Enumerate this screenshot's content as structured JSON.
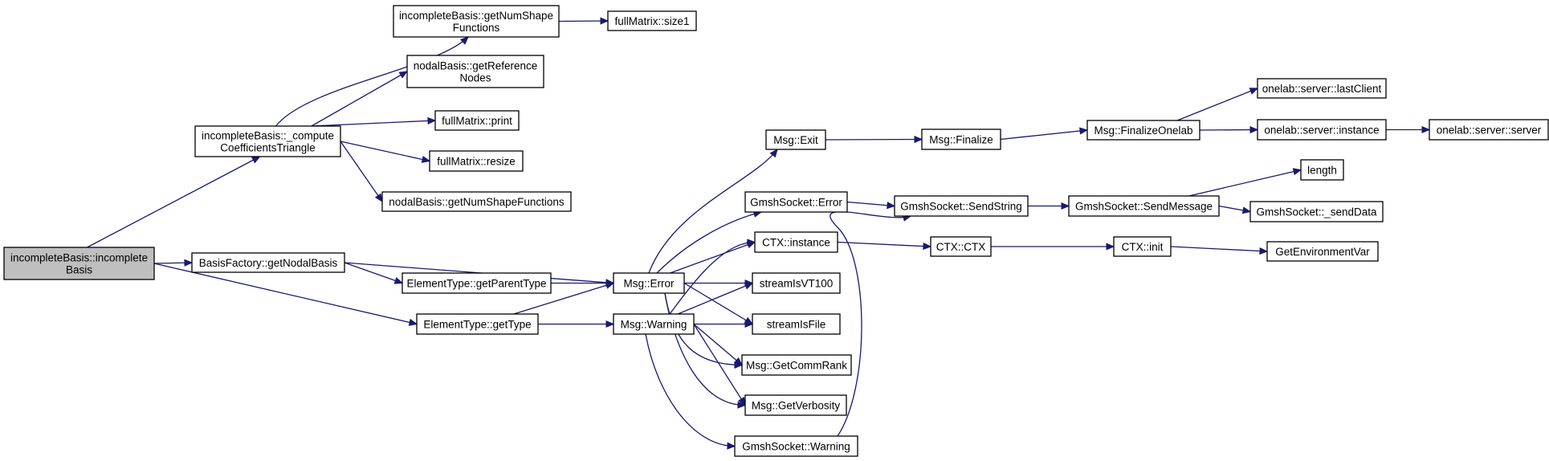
{
  "diagram": {
    "type": "call-graph",
    "nodes": [
      {
        "id": "root",
        "lines": [
          "incompleteBasis::incomplete",
          "Basis"
        ]
      },
      {
        "id": "computeCoeff",
        "lines": [
          "incompleteBasis::_compute",
          "CoefficientsTriangle"
        ]
      },
      {
        "id": "getNumShapeFns",
        "lines": [
          "incompleteBasis::getNumShape",
          "Functions"
        ]
      },
      {
        "id": "size1",
        "lines": [
          "fullMatrix::size1"
        ]
      },
      {
        "id": "getRefNodes",
        "lines": [
          "nodalBasis::getReference",
          "Nodes"
        ]
      },
      {
        "id": "print",
        "lines": [
          "fullMatrix::print"
        ]
      },
      {
        "id": "resize",
        "lines": [
          "fullMatrix::resize"
        ]
      },
      {
        "id": "nodalGetNumShape",
        "lines": [
          "nodalBasis::getNumShapeFunctions"
        ]
      },
      {
        "id": "getNodalBasis",
        "lines": [
          "BasisFactory::getNodalBasis"
        ]
      },
      {
        "id": "getParentType",
        "lines": [
          "ElementType::getParentType"
        ]
      },
      {
        "id": "getType",
        "lines": [
          "ElementType::getType"
        ]
      },
      {
        "id": "msgError",
        "lines": [
          "Msg::Error"
        ]
      },
      {
        "id": "msgWarning",
        "lines": [
          "Msg::Warning"
        ]
      },
      {
        "id": "msgExit",
        "lines": [
          "Msg::Exit"
        ]
      },
      {
        "id": "gsError",
        "lines": [
          "GmshSocket::Error"
        ]
      },
      {
        "id": "ctxInstance",
        "lines": [
          "CTX::instance"
        ]
      },
      {
        "id": "streamVT100",
        "lines": [
          "streamIsVT100"
        ]
      },
      {
        "id": "streamFile",
        "lines": [
          "streamIsFile"
        ]
      },
      {
        "id": "commRank",
        "lines": [
          "Msg::GetCommRank"
        ]
      },
      {
        "id": "verbosity",
        "lines": [
          "Msg::GetVerbosity"
        ]
      },
      {
        "id": "gsWarning",
        "lines": [
          "GmshSocket::Warning"
        ]
      },
      {
        "id": "finalize",
        "lines": [
          "Msg::Finalize"
        ]
      },
      {
        "id": "sendString",
        "lines": [
          "GmshSocket::SendString"
        ]
      },
      {
        "id": "ctxCtx",
        "lines": [
          "CTX::CTX"
        ]
      },
      {
        "id": "finalizeOnelab",
        "lines": [
          "Msg::FinalizeOnelab"
        ]
      },
      {
        "id": "sendMessage",
        "lines": [
          "GmshSocket::SendMessage"
        ]
      },
      {
        "id": "ctxInit",
        "lines": [
          "CTX::init"
        ]
      },
      {
        "id": "lastClient",
        "lines": [
          "onelab::server::lastClient"
        ]
      },
      {
        "id": "srvInstance",
        "lines": [
          "onelab::server::instance"
        ]
      },
      {
        "id": "srvServer",
        "lines": [
          "onelab::server::server"
        ]
      },
      {
        "id": "length",
        "lines": [
          "length"
        ]
      },
      {
        "id": "sendData",
        "lines": [
          "GmshSocket::_sendData"
        ]
      },
      {
        "id": "getEnvVar",
        "lines": [
          "GetEnvironmentVar"
        ]
      }
    ],
    "edges": [
      [
        "root",
        "computeCoeff"
      ],
      [
        "root",
        "getNodalBasis"
      ],
      [
        "root",
        "getType"
      ],
      [
        "computeCoeff",
        "getNumShapeFns"
      ],
      [
        "computeCoeff",
        "getRefNodes"
      ],
      [
        "computeCoeff",
        "print"
      ],
      [
        "computeCoeff",
        "resize"
      ],
      [
        "computeCoeff",
        "nodalGetNumShape"
      ],
      [
        "getNumShapeFns",
        "size1"
      ],
      [
        "getNodalBasis",
        "msgError"
      ],
      [
        "getNodalBasis",
        "getParentType"
      ],
      [
        "getParentType",
        "msgError"
      ],
      [
        "getType",
        "msgError"
      ],
      [
        "getType",
        "msgWarning"
      ],
      [
        "msgError",
        "msgExit"
      ],
      [
        "msgError",
        "gsError"
      ],
      [
        "msgError",
        "ctxInstance"
      ],
      [
        "msgError",
        "streamVT100"
      ],
      [
        "msgError",
        "streamFile"
      ],
      [
        "msgError",
        "commRank"
      ],
      [
        "msgError",
        "verbosity"
      ],
      [
        "msgWarning",
        "ctxInstance"
      ],
      [
        "msgWarning",
        "streamVT100"
      ],
      [
        "msgWarning",
        "streamFile"
      ],
      [
        "msgWarning",
        "commRank"
      ],
      [
        "msgWarning",
        "verbosity"
      ],
      [
        "msgWarning",
        "gsWarning"
      ],
      [
        "msgExit",
        "finalize"
      ],
      [
        "finalize",
        "finalizeOnelab"
      ],
      [
        "finalizeOnelab",
        "lastClient"
      ],
      [
        "finalizeOnelab",
        "srvInstance"
      ],
      [
        "srvInstance",
        "srvServer"
      ],
      [
        "gsError",
        "sendString"
      ],
      [
        "gsWarning",
        "sendString"
      ],
      [
        "sendString",
        "sendMessage"
      ],
      [
        "sendMessage",
        "length"
      ],
      [
        "sendMessage",
        "sendData"
      ],
      [
        "ctxInstance",
        "ctxCtx"
      ],
      [
        "ctxCtx",
        "ctxInit"
      ],
      [
        "ctxInit",
        "getEnvVar"
      ]
    ]
  }
}
